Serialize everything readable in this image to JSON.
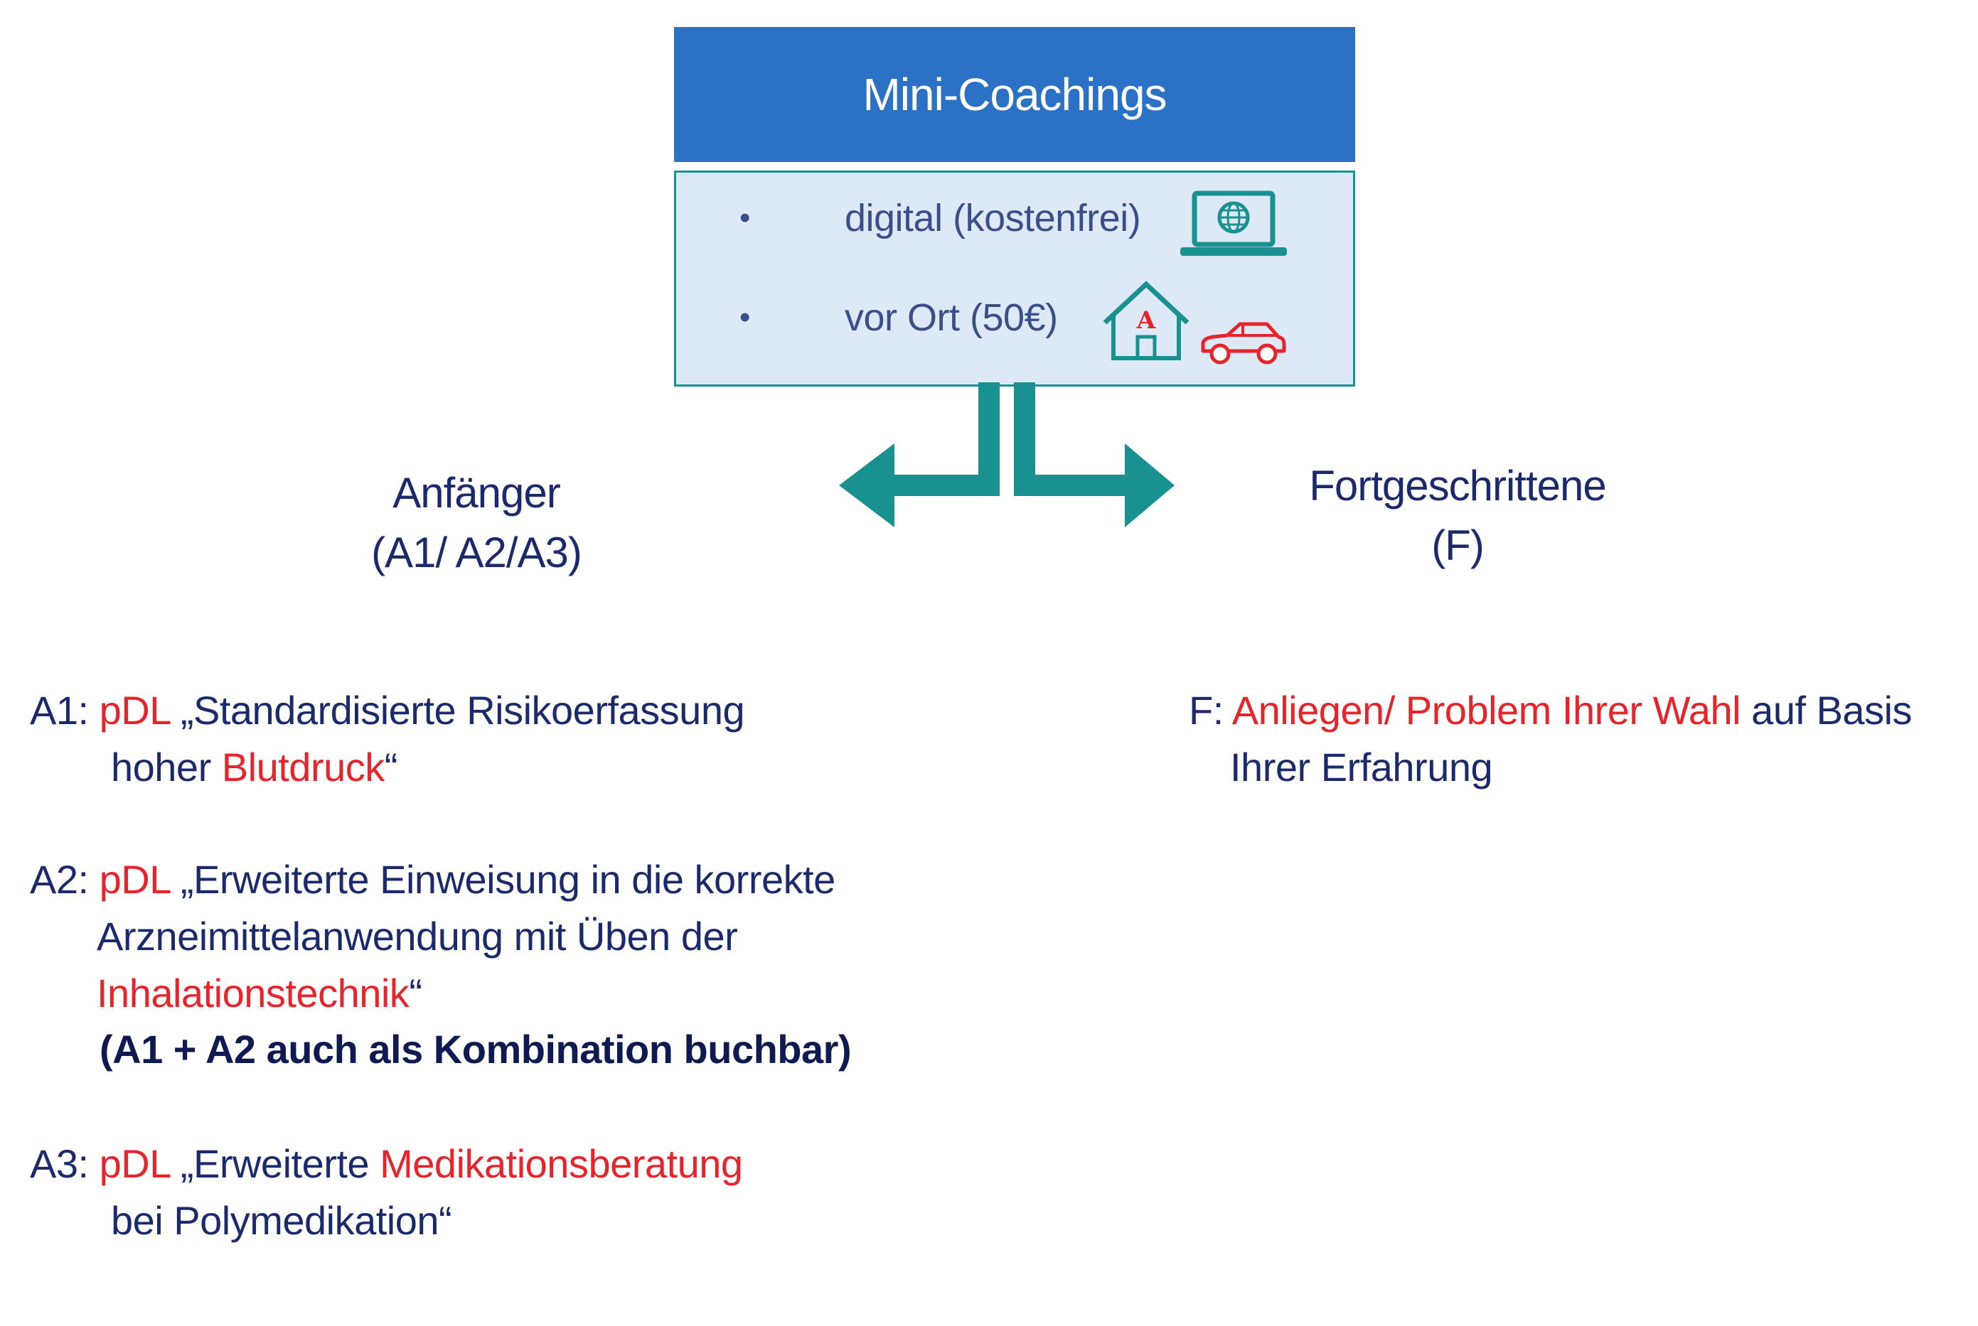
{
  "header": {
    "title": "Mini-Coachings"
  },
  "options": [
    {
      "bullet": "•",
      "label": "digital (kostenfrei)",
      "icon": "laptop-globe-icon"
    },
    {
      "bullet": "•",
      "label": "vor Ort (50€)",
      "icons": [
        "pharmacy-house-icon",
        "car-icon"
      ]
    }
  ],
  "branches": {
    "left": {
      "line1": "Anfänger",
      "line2": "(A1/ A2/A3)"
    },
    "right": {
      "line1": "Fortgeschrittene",
      "line2": "(F)"
    }
  },
  "a1": {
    "prefix": "A1:",
    "pdl": "pDL",
    "quote_open": " „Standardisierte Risikoerfassung",
    "line2_plain": "hoher ",
    "line2_red": "Blutdruck",
    "line2_close": "“"
  },
  "a2": {
    "prefix": "A2:",
    "pdl": "pDL",
    "line1_rest": " „Erweiterte Einweisung in die korrekte",
    "line2": "Arzneimittelanwendung mit Üben der",
    "line3_red": "Inhalationstechnik",
    "line3_close": "“",
    "note": "(A1 + A2 auch als Kombination buchbar)"
  },
  "a3": {
    "prefix": "A3:",
    "pdl": "pDL",
    "line1_plain": " „Erweiterte ",
    "line1_red": "Medikationsberatung",
    "line2": "bei Polymedikation“"
  },
  "f": {
    "prefix": "F:",
    "line1_red": "Anliegen/ Problem Ihrer Wahl",
    "line1_plain": " auf Basis",
    "line2": "Ihrer Erfahrung"
  },
  "colors": {
    "header_bg": "#2b72c6",
    "box_bg": "#dde9f7",
    "teal": "#1a9191",
    "red": "#e8232a",
    "navy": "#1a2a6c"
  }
}
